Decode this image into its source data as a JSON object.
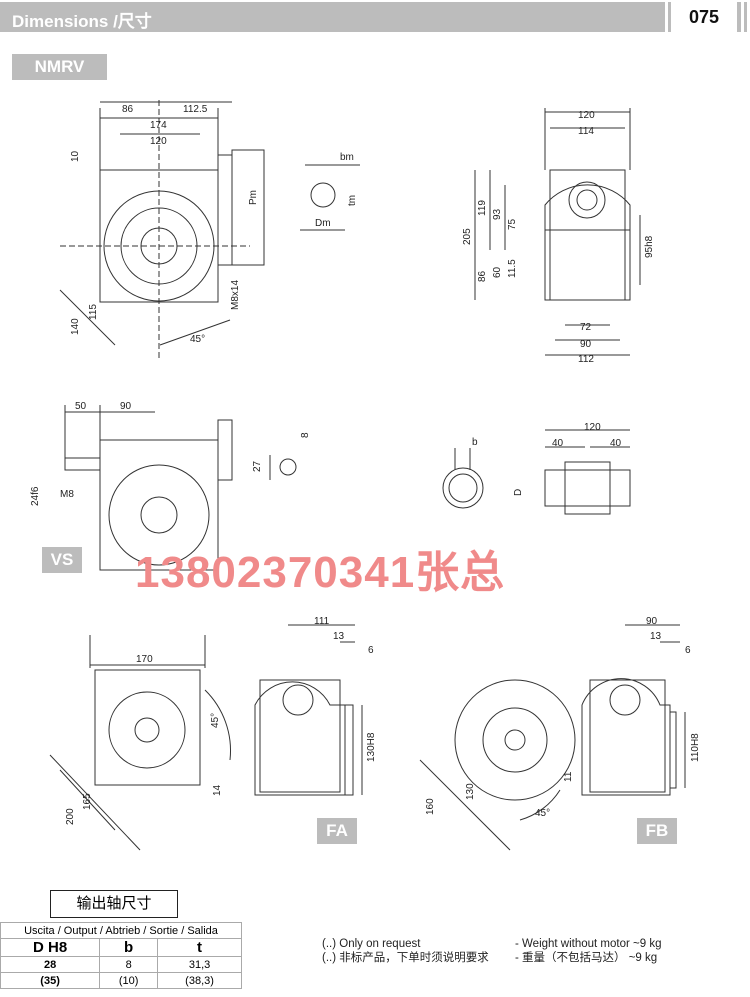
{
  "header": {
    "title": "Dimensions /尺寸",
    "page_number": "075"
  },
  "badges": {
    "nmrv": "NMRV",
    "vs": "VS",
    "fa": "FA",
    "fb": "FB"
  },
  "watermark": "13802370341张总",
  "dims": {
    "top_left": [
      "86",
      "112.5",
      "174",
      "120",
      "10",
      "Pm",
      "115",
      "140",
      "M8x14",
      "45°"
    ],
    "key_input": [
      "bm",
      "tm",
      "Dm"
    ],
    "top_right": [
      "120",
      "114",
      "205",
      "119",
      "93",
      "75",
      "86",
      "60",
      "11.5",
      "95h8",
      "72",
      "90",
      "112"
    ],
    "vs": [
      "50",
      "90",
      "8",
      "27",
      "24f6",
      "M8"
    ],
    "key_output": [
      "b",
      "D",
      "120",
      "40",
      "40"
    ],
    "fa": [
      "170",
      "45°",
      "14",
      "165",
      "200",
      "111",
      "13",
      "6",
      "130H8"
    ],
    "fb": [
      "90",
      "13",
      "6",
      "110H8",
      "11",
      "130",
      "160",
      "45°"
    ]
  },
  "table": {
    "title": "输出轴尺寸",
    "caption": "Uscita / Output / Abtrieb / Sortie / Salida",
    "headers": [
      "D H8",
      "b",
      "t"
    ],
    "rows": [
      [
        "28",
        "8",
        "31,3"
      ],
      [
        "(35)",
        "(10)",
        "(38,3)"
      ]
    ]
  },
  "notes": {
    "left": [
      "(..) Only on request",
      "(..) 非标产品，下单时须说明要求"
    ],
    "right": [
      "- Weight without motor ~9 kg",
      "- 重量（不包括马达） ~9 kg"
    ]
  }
}
